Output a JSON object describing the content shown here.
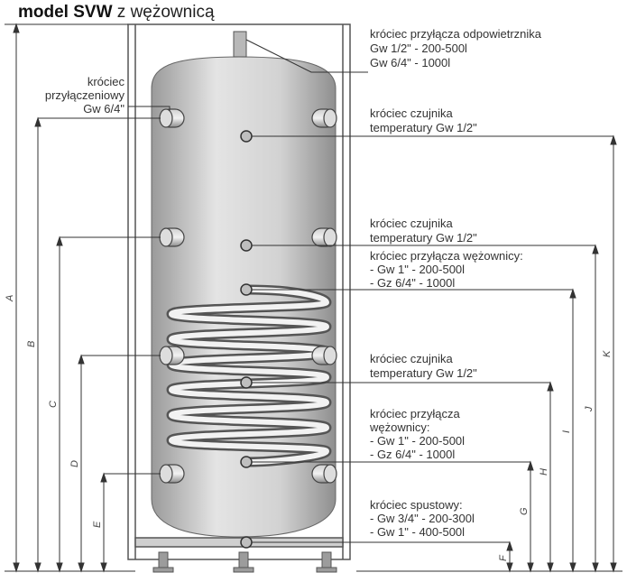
{
  "title": {
    "bold": "model SVW",
    "rest": " z wężownicą"
  },
  "labels": {
    "vent": [
      "króciec przyłącza odpowietrznika",
      "Gw 1/2\" - 200-500l",
      "Gw 6/4\" - 1000l"
    ],
    "connection": [
      "króciec",
      "przyłączeniowy",
      "Gw 6/4\""
    ],
    "sensor1": [
      "króciec czujnika",
      "temperatury Gw 1/2\""
    ],
    "sensor2": [
      "króciec czujnika",
      "temperatury Gw 1/2\""
    ],
    "coil_in": [
      "króciec przyłącza wężownicy:",
      "- Gw 1\" - 200-500l",
      "- Gz 6/4\" - 1000l"
    ],
    "sensor3": [
      "króciec czujnika",
      "temperatury Gw 1/2\""
    ],
    "coil_out": [
      "króciec przyłącza",
      "wężownicy:",
      "- Gw 1\" - 200-500l",
      "- Gz 6/4\" - 1000l"
    ],
    "drain": [
      "króciec spustowy:",
      "- Gw 3/4\" - 200-300l",
      "- Gw 1\" - 400-500l"
    ]
  },
  "dimensions": [
    "A",
    "B",
    "C",
    "D",
    "E",
    "F",
    "G",
    "H",
    "I",
    "J",
    "K"
  ],
  "colors": {
    "line": "#333333",
    "tank_fill": "#d8d8d8",
    "tank_dark": "#a9a9a9",
    "frame": "#555555"
  }
}
